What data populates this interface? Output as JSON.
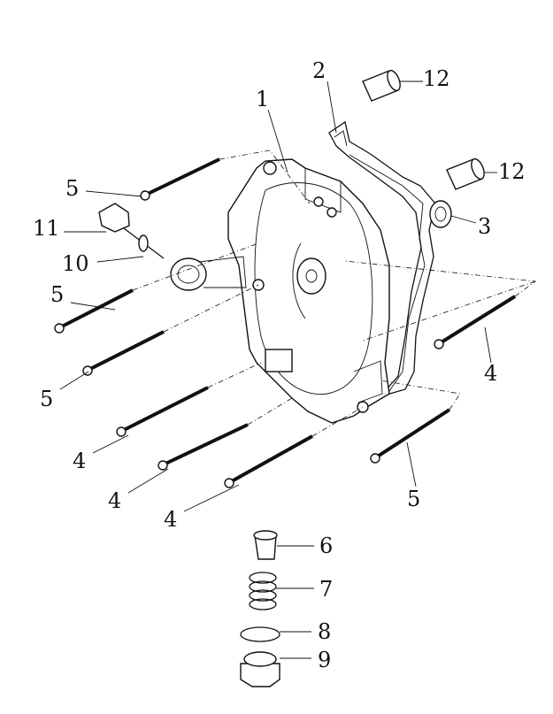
{
  "diagram": {
    "title": "",
    "callouts": {
      "c1": "1",
      "c2": "2",
      "c3": "3",
      "c4a": "4",
      "c4b": "4",
      "c4c": "4",
      "c4d": "4",
      "c5a": "5",
      "c5b": "5",
      "c5c": "5",
      "c5d": "5",
      "c6": "6",
      "c7": "7",
      "c8": "8",
      "c9": "9",
      "c10": "10",
      "c11": "11",
      "c12a": "12",
      "c12b": "12"
    }
  }
}
